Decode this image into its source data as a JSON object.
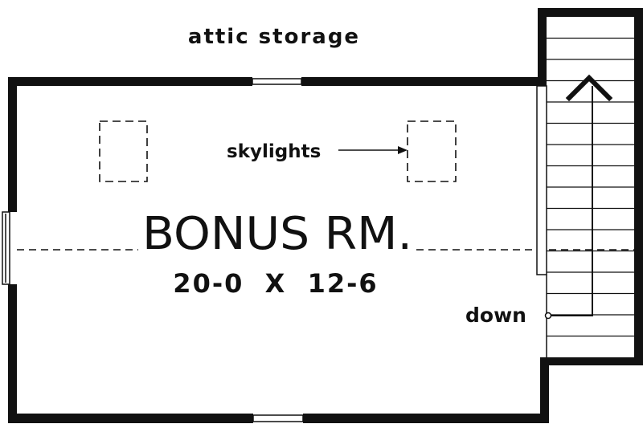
{
  "labels": {
    "attic": "attic storage",
    "skylights": "skylights",
    "room_name": "BONUS RM.",
    "room_size": "20-0  X  12-6",
    "stair": "down"
  },
  "colors": {
    "line": "#111111",
    "background": "#ffffff"
  }
}
